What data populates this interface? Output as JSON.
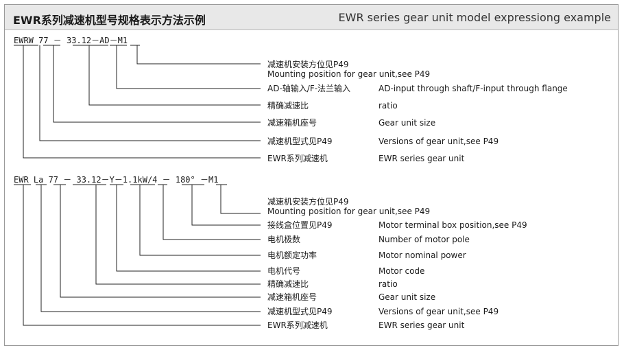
{
  "header": {
    "title_cn": "EWR系列减速机型号规格表示方法示例",
    "title_en": "EWR series gear unit model expressiong example"
  },
  "example1": {
    "code": "EWRW 77 － 33.12－AD－M1",
    "labels": [
      {
        "cn": "减速机安装方位见P49",
        "en": "Mounting position for gear unit,see P49"
      },
      {
        "cn": "AD-轴输入/F-法兰输入",
        "en": "AD-input through shaft/F-input through flange"
      },
      {
        "cn": "精确减速比",
        "en": "ratio"
      },
      {
        "cn": "减速箱机座号",
        "en": "Gear unit size"
      },
      {
        "cn": "减速机型式见P49",
        "en": "Versions of gear unit,see P49"
      },
      {
        "cn": "EWR系列减速机",
        "en": "EWR series gear unit"
      }
    ]
  },
  "example2": {
    "code": "EWR La 77 － 33.12－Y－1.1kW/4 － 180° －M1",
    "labels": [
      {
        "cn": "减速机安装方位见P49",
        "en": "Mounting position for gear unit,see P49"
      },
      {
        "cn": "接线盒位置见P49",
        "en": "Motor terminal box position,see P49"
      },
      {
        "cn": "电机极数",
        "en": "Number of motor pole"
      },
      {
        "cn": "电机额定功率",
        "en": "Motor nominal power"
      },
      {
        "cn": "电机代号",
        "en": "Motor code"
      },
      {
        "cn": "精确减速比",
        "en": "ratio"
      },
      {
        "cn": "减速箱机座号",
        "en": "Gear unit size"
      },
      {
        "cn": "减速机型式见P49",
        "en": "Versions of gear unit,see P49"
      },
      {
        "cn": "EWR系列减速机",
        "en": "EWR series gear unit"
      }
    ]
  }
}
